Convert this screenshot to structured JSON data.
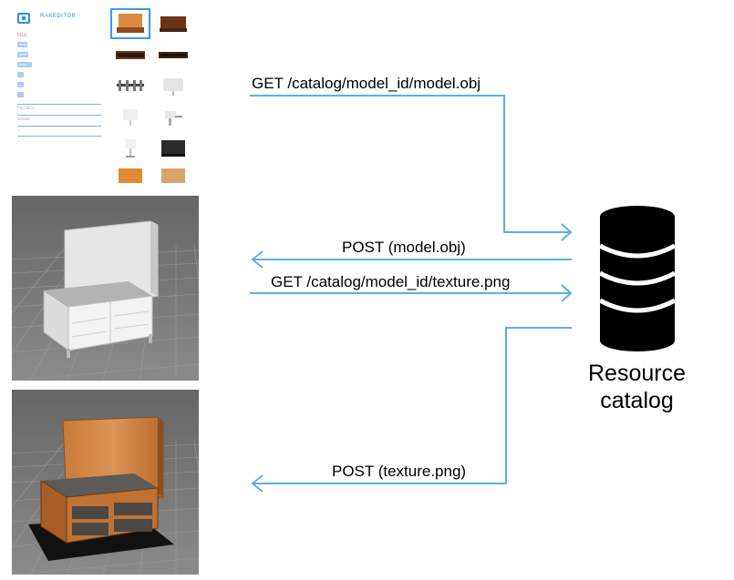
{
  "editor": {
    "brand": "RAKEDITOR",
    "file_label": "FILE",
    "menu_items": [
      "new",
      "save",
      "load ...",
      "...",
      "...",
      "..."
    ],
    "sections": [
      "PROJECT",
      "SCENE",
      "...",
      "..."
    ]
  },
  "messages": {
    "get_model": "GET /catalog/model_id/model.obj",
    "post_model": "POST (model.obj)",
    "get_texture": "GET /catalog/model_id/texture.png",
    "post_texture": "POST (texture.png)"
  },
  "catalog": {
    "label_line1": "Resource",
    "label_line2": "catalog"
  },
  "colors": {
    "arrow": "#5aaee8",
    "accent": "#2f8fd8",
    "database": "#000000"
  },
  "icons": [
    "database-icon",
    "editor-logo-icon"
  ]
}
